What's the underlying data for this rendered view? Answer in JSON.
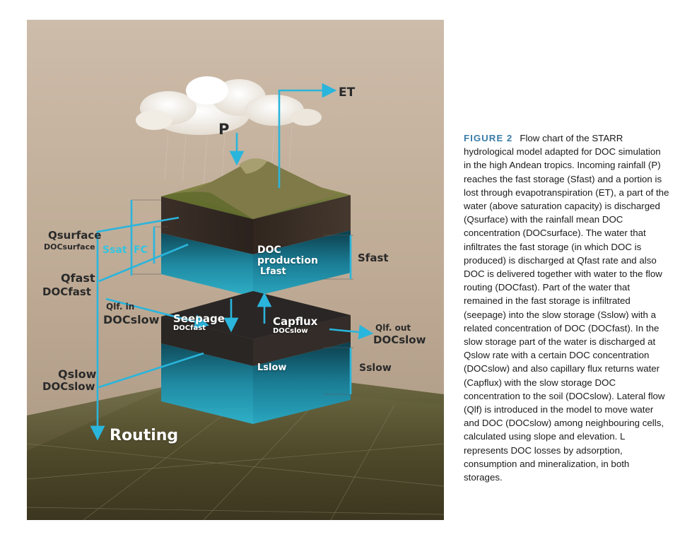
{
  "figure": {
    "labels": {
      "et": "ET",
      "p": "P",
      "q_surface": "Qsurface",
      "doc_surface": "DOCsurface",
      "ssat": "Ssat",
      "fc": "FC",
      "q_fast": "Qfast",
      "doc_fast_out": "DOCfast",
      "doc_production": "DOC production",
      "l_fast": "Lfast",
      "s_fast": "Sfast",
      "q_lf_in": "Qlf. in",
      "doc_slow_in": "DOCslow",
      "seepage": "Seepage",
      "seepage_doc": "DOCfast",
      "capflux": "Capflux",
      "capflux_doc": "DOCslow",
      "q_lf_out": "Qlf. out",
      "doc_slow_out": "DOCslow",
      "l_slow": "Lslow",
      "s_slow": "Sslow",
      "q_slow": "Qslow",
      "doc_slow": "DOCslow",
      "routing": "Routing"
    },
    "colors": {
      "flow": "#2ab5dc",
      "sky": "#c9b7a4",
      "ground": "#5e5a34",
      "water": "#2f9fb6",
      "soil": "#3a3029"
    }
  },
  "caption": {
    "figure_number": "FIGURE 2",
    "text": "Flow chart of the STARR hydrological model adapted for DOC simulation in the high Andean tropics. Incoming rainfall (P) reaches the fast storage (Sfast) and a portion is lost through evapotranspiration (ET), a part of the water (above saturation capacity) is discharged (Qsurface) with the rainfall mean DOC concentration (DOCsurface). The water that infiltrates the fast storage (in which DOC is produced) is discharged at Qfast rate and also DOC is delivered together with water to the flow routing (DOCfast). Part of the water that remained in the fast storage is infiltrated (seepage) into the slow storage (Sslow) with a related concentration of DOC (DOCfast). In the slow storage part of the water is discharged at Qslow rate with a certain DOC concentration (DOCslow) and also capillary flux returns water (Capflux) with the slow storage DOC concentration to the soil (DOCslow). Lateral flow (Qlf) is introduced in the model to move water and DOC (DOCslow) among neighbouring cells, calculated using slope and elevation. L represents DOC losses by adsorption, consumption and mineralization, in both storages."
  }
}
